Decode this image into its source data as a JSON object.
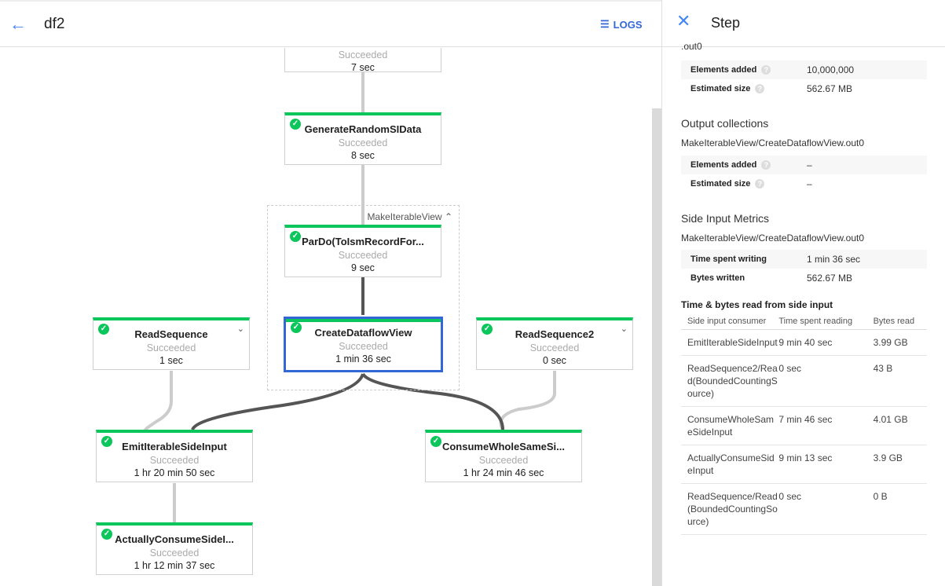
{
  "header": {
    "title": "df2",
    "logs_label": "LOGS"
  },
  "graph": {
    "group_label": "MakeIterableView",
    "nodes": [
      {
        "name": "",
        "status": "Succeeded",
        "time": "7 sec"
      },
      {
        "name": "GenerateRandomSIData",
        "status": "Succeeded",
        "time": "8 sec"
      },
      {
        "name": "ParDo(ToIsmRecordFor...",
        "status": "Succeeded",
        "time": "9 sec"
      },
      {
        "name": "CreateDataflowView",
        "status": "Succeeded",
        "time": "1 min 36 sec"
      },
      {
        "name": "ReadSequence",
        "status": "Succeeded",
        "time": "1 sec"
      },
      {
        "name": "ReadSequence2",
        "status": "Succeeded",
        "time": "0 sec"
      },
      {
        "name": "EmitIterableSideInput",
        "status": "Succeeded",
        "time": "1 hr 20 min 50 sec"
      },
      {
        "name": "ConsumeWholeSameSi...",
        "status": "Succeeded",
        "time": "1 hr 24 min 46 sec"
      },
      {
        "name": "ActuallyConsumeSideI...",
        "status": "Succeeded",
        "time": "1 hr 12 min 37 sec"
      }
    ],
    "colors": {
      "success": "#0bc65a",
      "selected": "#3367d6"
    }
  },
  "panel": {
    "title": "Step",
    "input_partial": ".out0",
    "input_metrics": [
      {
        "label": "Elements added",
        "value": "10,000,000"
      },
      {
        "label": "Estimated size",
        "value": "562.67 MB"
      }
    ],
    "output_heading": "Output collections",
    "output_name": "MakeIterableView/CreateDataflowView.out0",
    "output_metrics": [
      {
        "label": "Elements added",
        "value": "–"
      },
      {
        "label": "Estimated size",
        "value": "–"
      }
    ],
    "side_heading": "Side Input Metrics",
    "side_name": "MakeIterableView/CreateDataflowView.out0",
    "side_metrics": [
      {
        "label": "Time spent writing",
        "value": "1 min 36 sec"
      },
      {
        "label": "Bytes written",
        "value": "562.67 MB"
      }
    ],
    "table_title": "Time & bytes read from side input",
    "table_headers": [
      "Side input consumer",
      "Time spent reading",
      "Bytes read"
    ],
    "rows": [
      [
        "EmitIterableSideInput",
        "9 min 40 sec",
        "3.99 GB"
      ],
      [
        "ReadSequence2/Read(BoundedCountingSource)",
        "0 sec",
        "43 B"
      ],
      [
        "ConsumeWholeSameSideInput",
        "7 min 46 sec",
        "4.01 GB"
      ],
      [
        "ActuallyConsumeSideInput",
        "9 min 13 sec",
        "3.9 GB"
      ],
      [
        "ReadSequence/Read(BoundedCountingSource)",
        "0 sec",
        "0 B"
      ]
    ]
  }
}
